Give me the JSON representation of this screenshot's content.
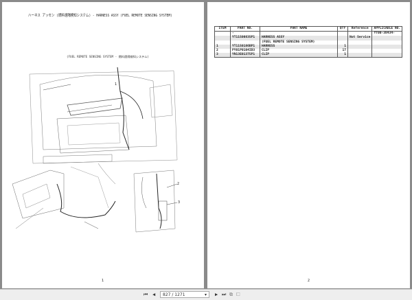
{
  "left_page": {
    "title": "ハーネス アッセン (燃料遠隔検知システム) - HARNESS ASSY (FUEL REMOTE SENSING SYSTEM)",
    "diagram_caption": "(FUEL REMOTE SENSING SYSTEM - 燃料遠隔検知システム)",
    "callouts": [
      "1",
      "2",
      "3"
    ],
    "page_number": "1"
  },
  "right_page": {
    "table": {
      "headers": [
        "ITEM",
        "PART NO.",
        "PART NAME",
        "QTY",
        "Reference",
        "APPLICABLE NO."
      ],
      "rows": [
        {
          "item": "",
          "part_no": "-",
          "part_name": "",
          "qty": "",
          "reference": "",
          "applicable": "YT00-38434-"
        },
        {
          "item": "",
          "part_no": "YT1150083SP1",
          "part_name": "HARNESS ASSY",
          "qty": "",
          "reference": "Not Service",
          "applicable": ""
        },
        {
          "item": "",
          "part_no": "",
          "part_name": "(FUEL REMOTE SENSING SYSTEM)",
          "qty": "",
          "reference": "",
          "applicable": ""
        },
        {
          "item": "1",
          "part_no": "YT1150186BP1",
          "part_name": "HARNESS",
          "qty": "1",
          "reference": "",
          "applicable": ""
        },
        {
          "item": "2",
          "part_no": "PY01P0104ID3",
          "part_name": "CLIP",
          "qty": "17",
          "reference": "",
          "applicable": ""
        },
        {
          "item": "3",
          "part_no": "YN13E01375P1",
          "part_name": "CLIP",
          "qty": "1",
          "reference": "",
          "applicable": ""
        }
      ]
    },
    "page_number": "2"
  },
  "toolbar": {
    "first_icon": "first-page-icon",
    "prev_icon": "previous-page-icon",
    "page_value": "827 / 1271",
    "next_icon": "next-page-icon",
    "last_icon": "last-page-icon",
    "colors": {
      "background": "#8a8a8a",
      "toolbar": "#eeeeee"
    }
  }
}
